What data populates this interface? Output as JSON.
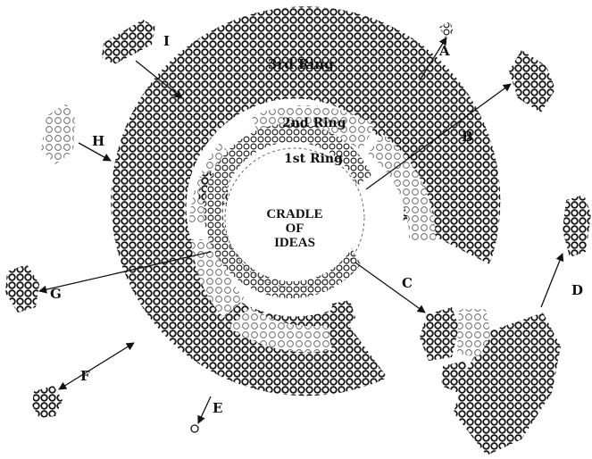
{
  "center": {
    "line1": "CRADLE",
    "line2": "OF",
    "line3": "IDEAS"
  },
  "rings": {
    "first": "1st Ring",
    "second": "2nd Ring",
    "third": "3rd Ring"
  },
  "arrows": {
    "A": "A",
    "B": "B",
    "C": "C",
    "D": "D",
    "E": "E",
    "F": "F",
    "G": "G",
    "H": "H",
    "I": "I"
  }
}
